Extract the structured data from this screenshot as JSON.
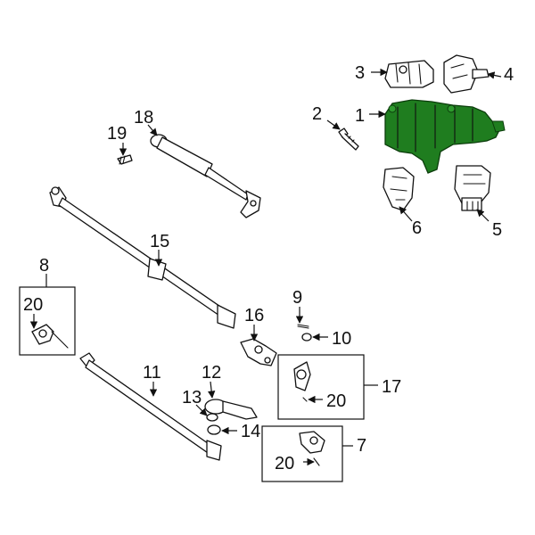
{
  "diagram": {
    "highlight_color": "#1f7d1f",
    "callouts": {
      "c1": "1",
      "c2": "2",
      "c3": "3",
      "c4": "4",
      "c5": "5",
      "c6": "6",
      "c7": "7",
      "c8": "8",
      "c9": "9",
      "c10": "10",
      "c11": "11",
      "c12": "12",
      "c13": "13",
      "c14": "14",
      "c15": "15",
      "c16": "16",
      "c17": "17",
      "c18": "18",
      "c19": "19",
      "c20a": "20",
      "c20b": "20",
      "c20c": "20"
    }
  }
}
